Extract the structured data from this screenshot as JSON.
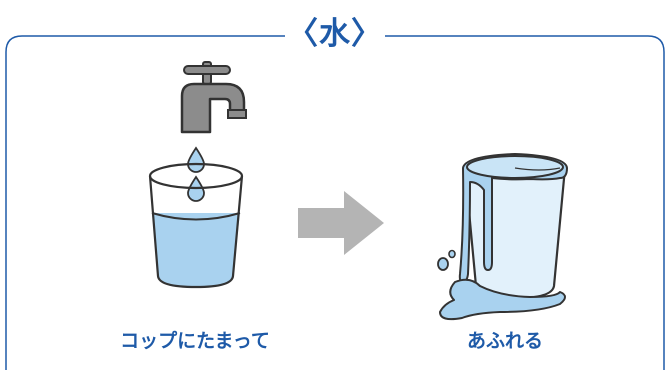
{
  "title": "〈水〉",
  "captions": {
    "before": "コップにたまって",
    "after": "あふれる"
  },
  "icons": [
    "faucet-icon",
    "water-drop-icon",
    "glass-icon",
    "arrow-right-icon",
    "overflowing-glass-icon",
    "water-puddle-icon"
  ],
  "colors": {
    "frame": "#1e5aa8",
    "text": "#1e5aa8",
    "water_fill": "#a9d2ef",
    "glass_tint": "#e2f1fb",
    "arrow": "#b4b4b4",
    "faucet": "#8c8c8c",
    "outline": "#333333"
  }
}
